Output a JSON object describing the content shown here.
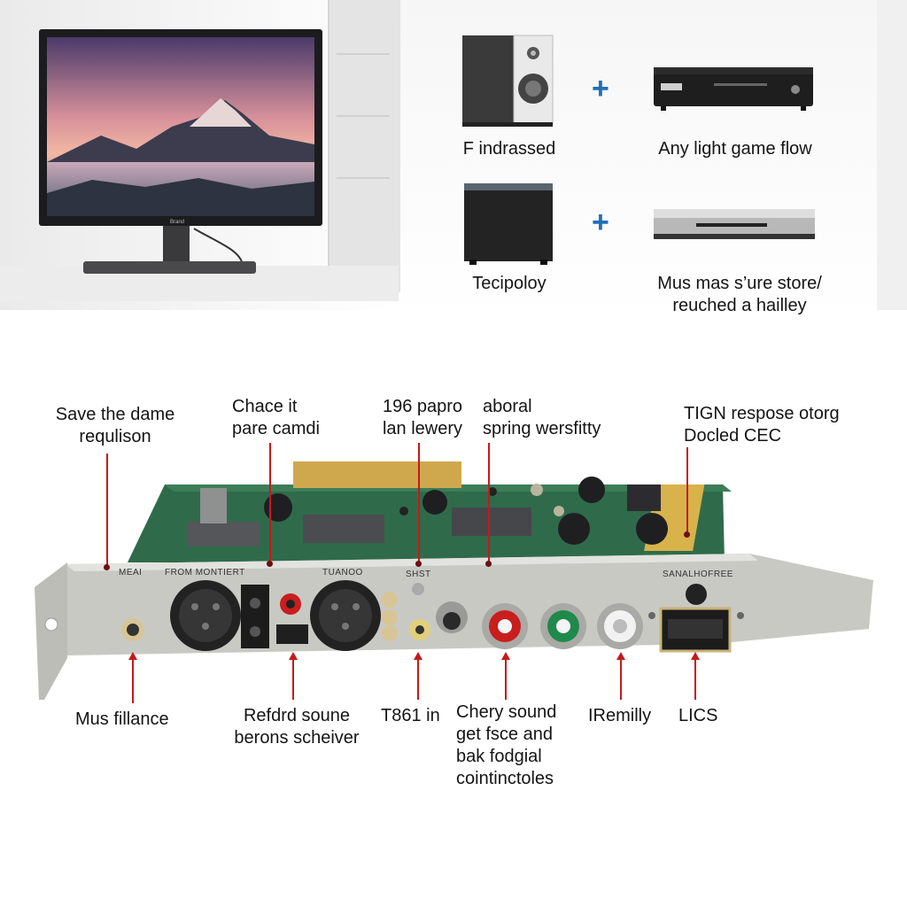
{
  "products": [
    {
      "label": "F indrassed"
    },
    {
      "label": "Any light game flow"
    },
    {
      "label": "Tecipoloy"
    },
    {
      "label": "Mus mas s’ure store/\nreuched a hailley"
    }
  ],
  "plus_sign": "+",
  "monitor": {
    "brand": "Brand"
  },
  "callouts_top": [
    {
      "text": "Save the dame\nrequlison"
    },
    {
      "text": "Chace it\npare camdi"
    },
    {
      "text": "196 papro\nlan lewery"
    },
    {
      "text": "aboral\nspring wersfitty"
    },
    {
      "text": "TIGN respose otorg\nDocled CEC"
    }
  ],
  "callouts_bottom": [
    {
      "text": "Mus fillance"
    },
    {
      "text": "Refdrd soune\nberons scheiver"
    },
    {
      "text": "T861 in"
    },
    {
      "text": "Chery sound\nget fsce and\nbak fodgial\ncointinctoles"
    },
    {
      "text": "IRemilly"
    },
    {
      "text": "LICS"
    }
  ],
  "bracket_labels": {
    "left": "MEAI",
    "xlr_left": "FROM MONTIERT",
    "xlr_right": "TUANOO",
    "small_jack": "SHST",
    "right": "SANALHOFREE"
  },
  "colors": {
    "leader": "#c41a1a",
    "plus": "#1f6fb8",
    "pcb": "#2f6b4a",
    "bracket": "#c9c9c4",
    "rca_red": "#c81e1e",
    "rca_green": "#1f8a4c",
    "rca_white": "#f2f2f2"
  }
}
